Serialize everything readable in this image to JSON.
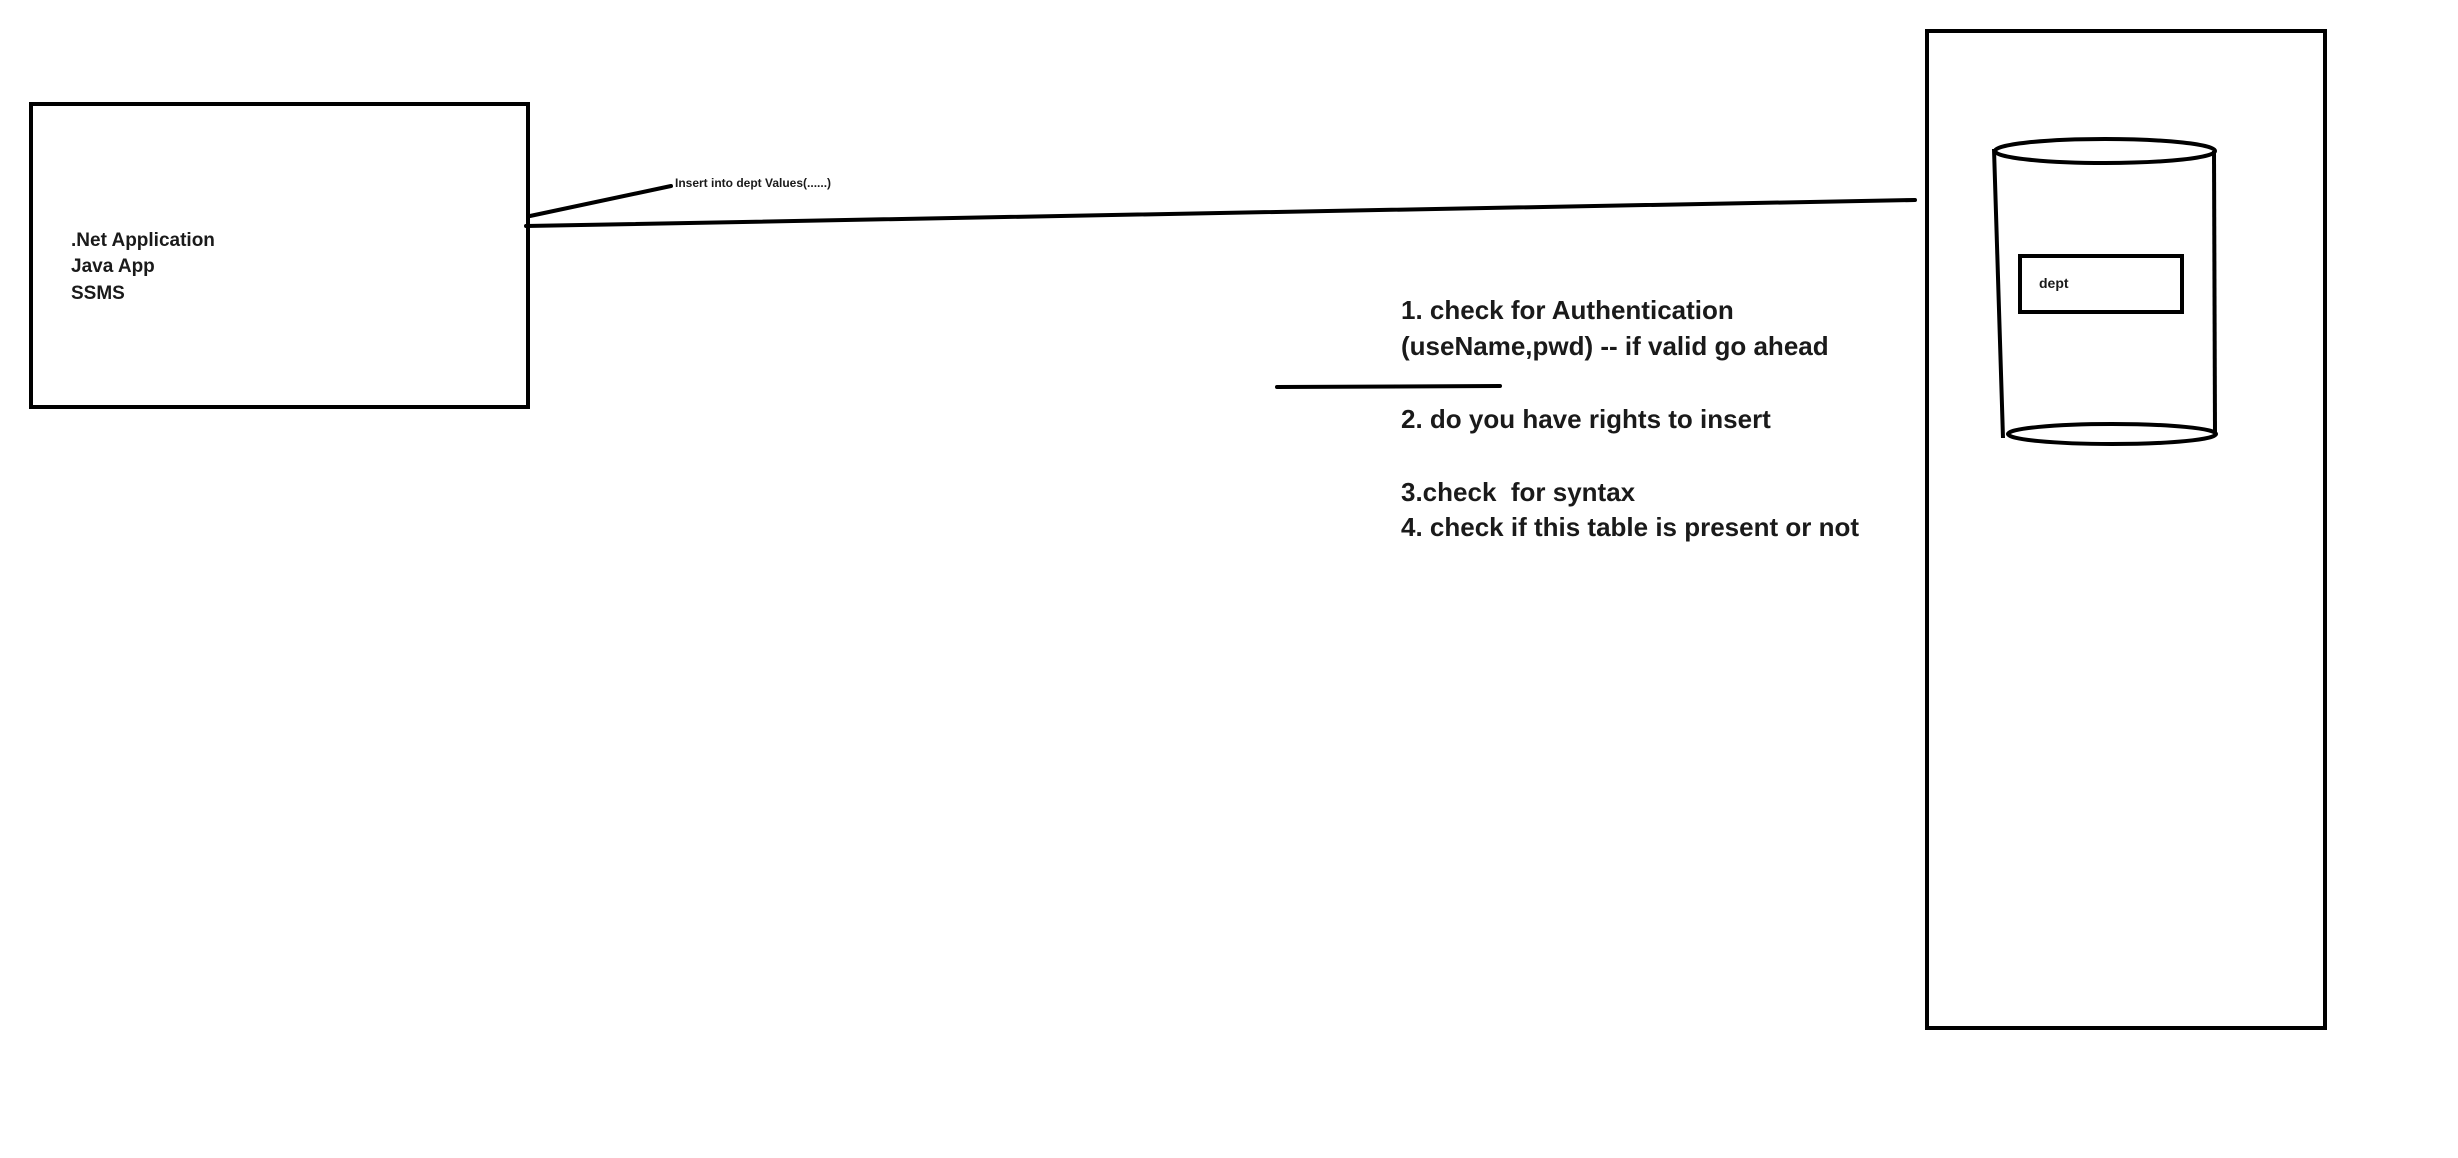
{
  "client": {
    "lines": [
      ".Net Application",
      "Java App",
      "SSMS"
    ]
  },
  "query_label": "Insert into dept Values(......)",
  "server": {
    "table_label": "dept"
  },
  "steps": [
    "1. check for Authentication",
    "(useName,pwd) -- if valid go ahead",
    "2. do you have rights to insert",
    "3.check  for syntax",
    "4. check if this table is present or not"
  ],
  "colors": {
    "stroke": "#000000",
    "text": "#1a1a1a",
    "background": "#ffffff"
  }
}
